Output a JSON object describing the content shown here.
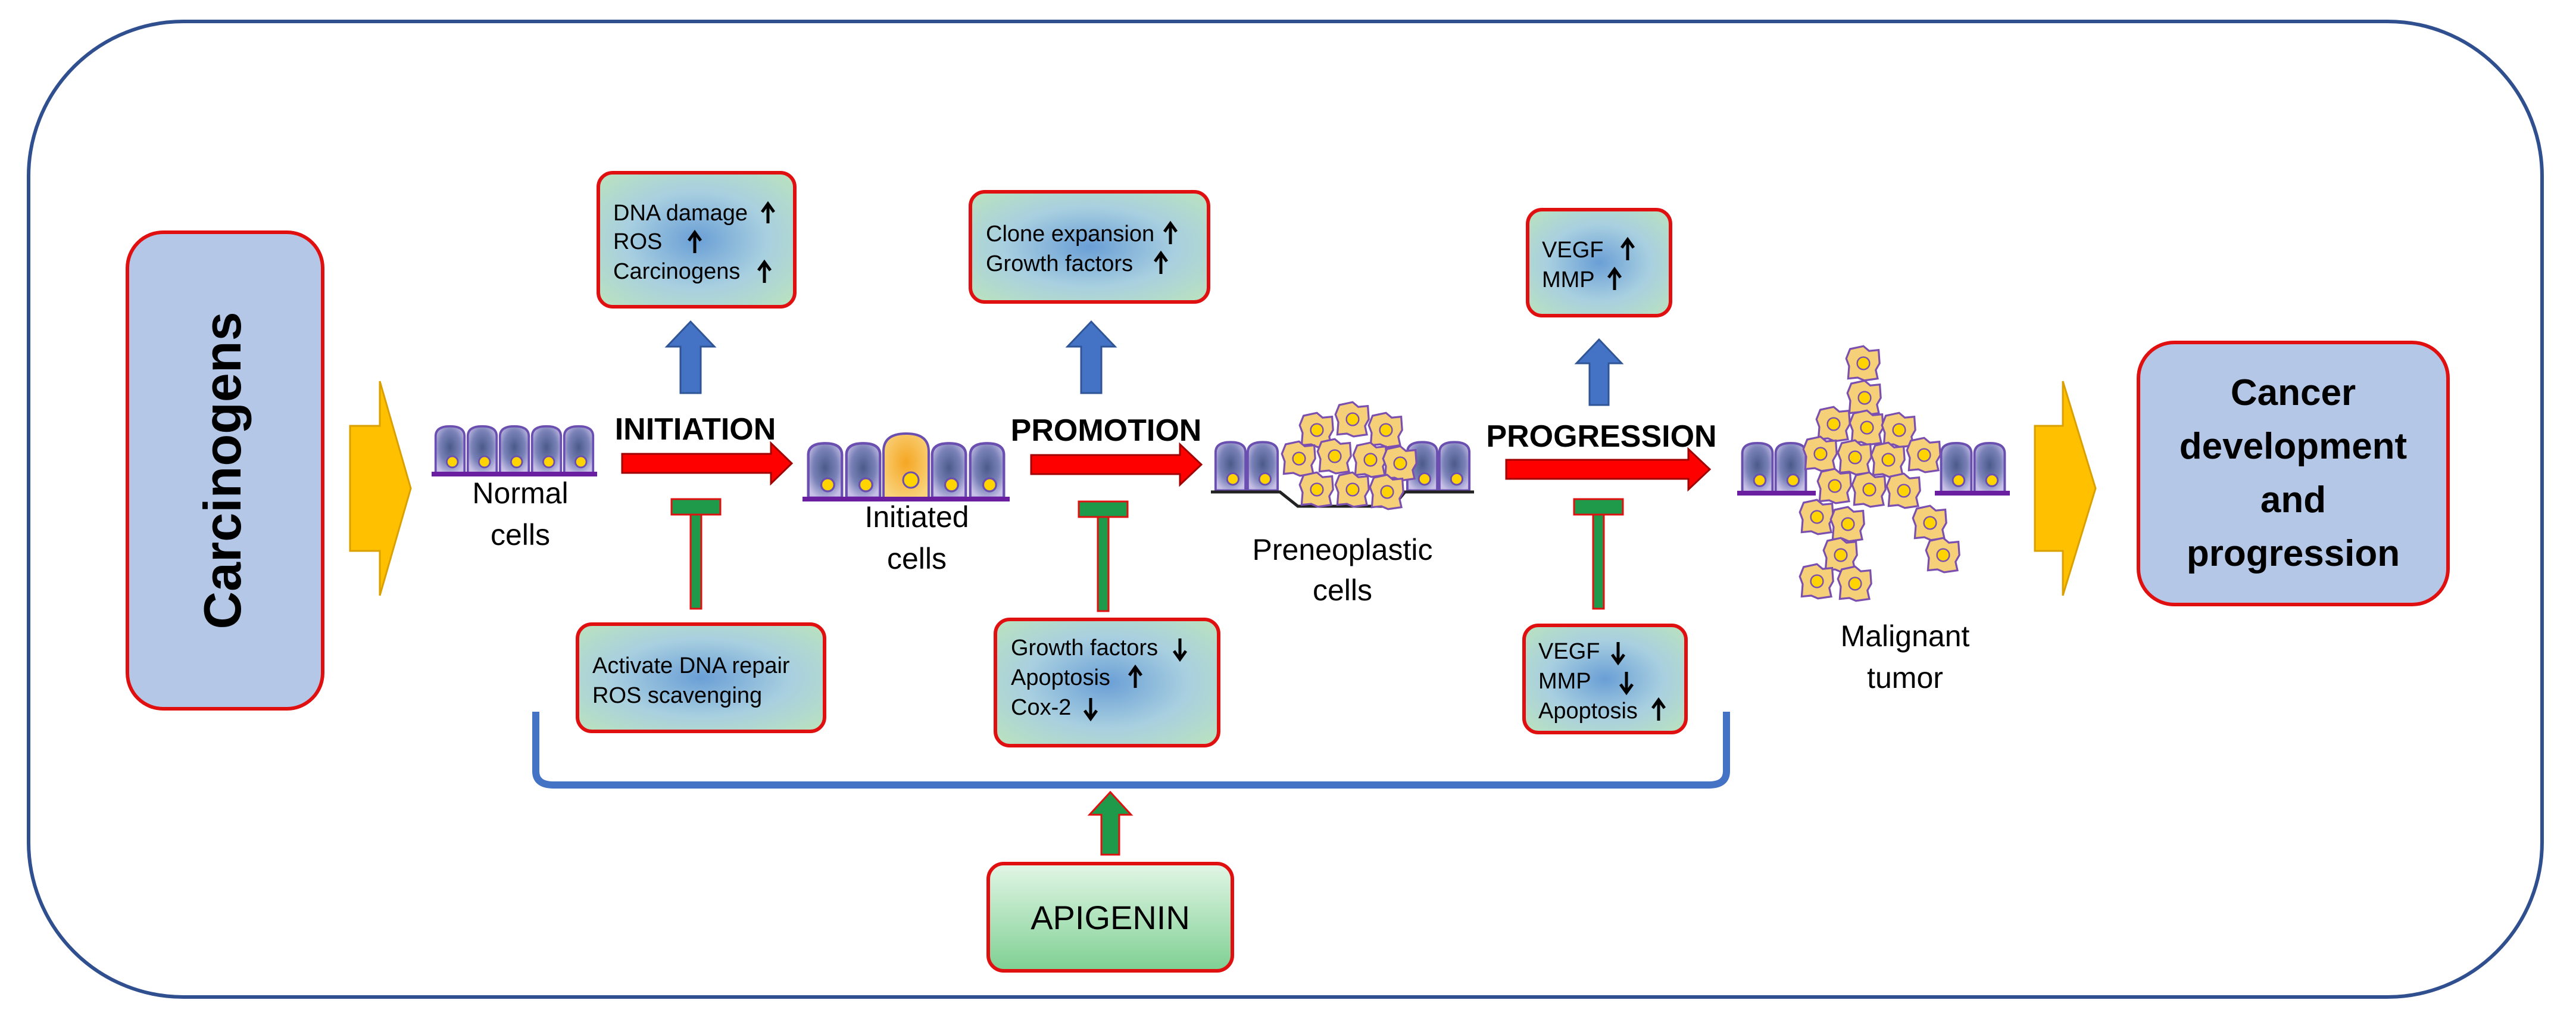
{
  "source": {
    "label": "Carcinogens"
  },
  "outcome": {
    "line1": "Cancer",
    "line2": "development",
    "line3": "and",
    "line4": "progression"
  },
  "stages": {
    "initiation": "INITIATION",
    "promotion": "PROMOTION",
    "progression": "PROGRESSION"
  },
  "cells": {
    "normal": {
      "line1": "Normal",
      "line2": "cells"
    },
    "initiated": {
      "line1": "Initiated",
      "line2": "cells"
    },
    "preneoplastic": {
      "line1": "Preneoplastic",
      "line2": "cells"
    },
    "malignant": {
      "line1": "Malignant",
      "line2": "tumor"
    }
  },
  "effects_up": {
    "initiation": [
      {
        "text": "DNA damage",
        "dir": "up"
      },
      {
        "text": "ROS",
        "dir": "up"
      },
      {
        "text": "Carcinogens",
        "dir": "up"
      }
    ],
    "promotion": [
      {
        "text": "Clone expansion",
        "dir": "up"
      },
      {
        "text": "Growth factors",
        "dir": "up"
      }
    ],
    "progression": [
      {
        "text": "VEGF",
        "dir": "up"
      },
      {
        "text": "MMP",
        "dir": "up"
      }
    ]
  },
  "apigenin_effects": {
    "initiation": [
      {
        "text": "Activate DNA repair",
        "dir": ""
      },
      {
        "text": "ROS scavenging",
        "dir": ""
      }
    ],
    "promotion": [
      {
        "text": "Growth factors",
        "dir": "down"
      },
      {
        "text": "Apoptosis",
        "dir": "up"
      },
      {
        "text": "Cox-2",
        "dir": "down"
      }
    ],
    "progression": [
      {
        "text": "VEGF",
        "dir": "down"
      },
      {
        "text": "MMP",
        "dir": "down"
      },
      {
        "text": "Apoptosis",
        "dir": "up"
      }
    ]
  },
  "agent": {
    "label": "APIGENIN"
  },
  "colors": {
    "frame": "#2f4f8f",
    "box_fill": "#b4c7e7",
    "box_border": "#e01010",
    "stage_arrow": "#ff0000",
    "up_arrow": "#4472c4",
    "inhibit": "#1f9a4a",
    "side_arrow": "#ffc000",
    "agent_fill": "#8fd6a0",
    "cell_fill": "#8e7fc9",
    "cell_nucleus": "#ffd400",
    "tumor_fill": "#f6d079"
  }
}
